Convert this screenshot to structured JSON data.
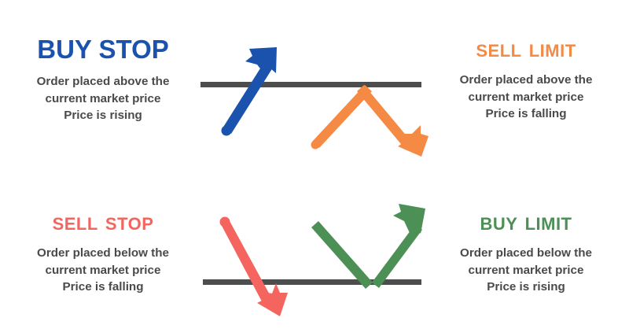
{
  "colors": {
    "buy_stop": "#1a52ad",
    "sell_limit": "#f58a45",
    "sell_stop": "#f4655f",
    "buy_limit": "#4d9055",
    "market_line": "#4d4d4d",
    "body_text": "#4a4a4a",
    "background": "#ffffff"
  },
  "quadrants": {
    "buy_stop": {
      "title": "BUY STOP",
      "desc_line1": "Order placed above the",
      "desc_line2": "current market price",
      "desc_line3": "Price is rising"
    },
    "sell_limit": {
      "title": "Sell Limit",
      "desc_line1": "Order placed above the",
      "desc_line2": "current market price",
      "desc_line3": "Price is falling"
    },
    "sell_stop": {
      "title": "Sell Stop",
      "desc_line1": "Order placed below the",
      "desc_line2": "current market price",
      "desc_line3": "Price is falling"
    },
    "buy_limit": {
      "title": "Buy Limit",
      "desc_line1": "Order placed below the",
      "desc_line2": "current market price",
      "desc_line3": "Price is rising"
    }
  },
  "diagram": {
    "top_market_line_label": "market price level",
    "bottom_market_line_label": "market price level",
    "arrow_buy_stop_label": "rising arrow crossing above market line",
    "arrow_sell_limit_label": "arrow rising to market line then falling",
    "arrow_sell_stop_label": "falling arrow crossing below market line",
    "arrow_buy_limit_label": "arrow falling to market line then rising"
  }
}
